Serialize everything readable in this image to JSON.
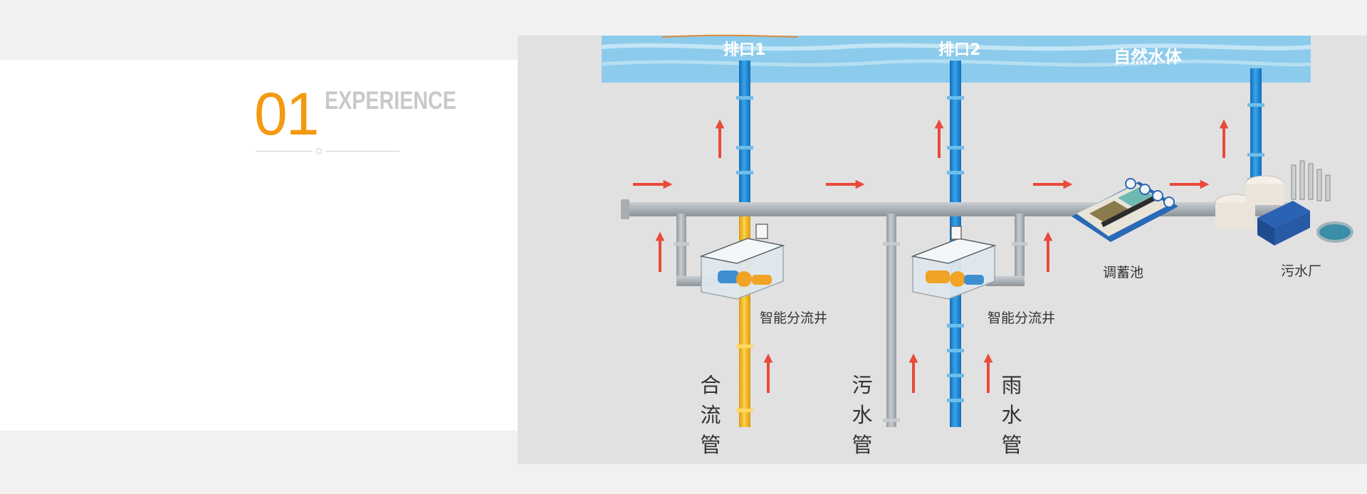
{
  "heading": {
    "number": "01",
    "title": "EXPERIENCE"
  },
  "diagram": {
    "water_body_label": "自然水体",
    "outlet_1_label": "排口1",
    "outlet_2_label": "排口2",
    "smart_well_label_1": "智能分流井",
    "smart_well_label_2": "智能分流井",
    "storage_tank_label": "调蓄池",
    "treatment_plant_label": "污水厂",
    "combined_pipe_label": [
      "合",
      "流",
      "管"
    ],
    "sewage_pipe_label": [
      "污",
      "水",
      "管"
    ],
    "rain_pipe_label": [
      "雨",
      "水",
      "管"
    ]
  },
  "colors": {
    "accent_orange": "#f39a10",
    "arrow_red": "#e84a3c",
    "rain_pipe_blue": "#1a88d6",
    "combined_pipe_yellow": "#f2b81e",
    "sewer_pipe_gray": "#aeb4b8",
    "water_blue": "#8cccec"
  },
  "icons": [
    "storage-tank-icon",
    "treatment-plant-icon",
    "smart-diversion-well-icon"
  ]
}
